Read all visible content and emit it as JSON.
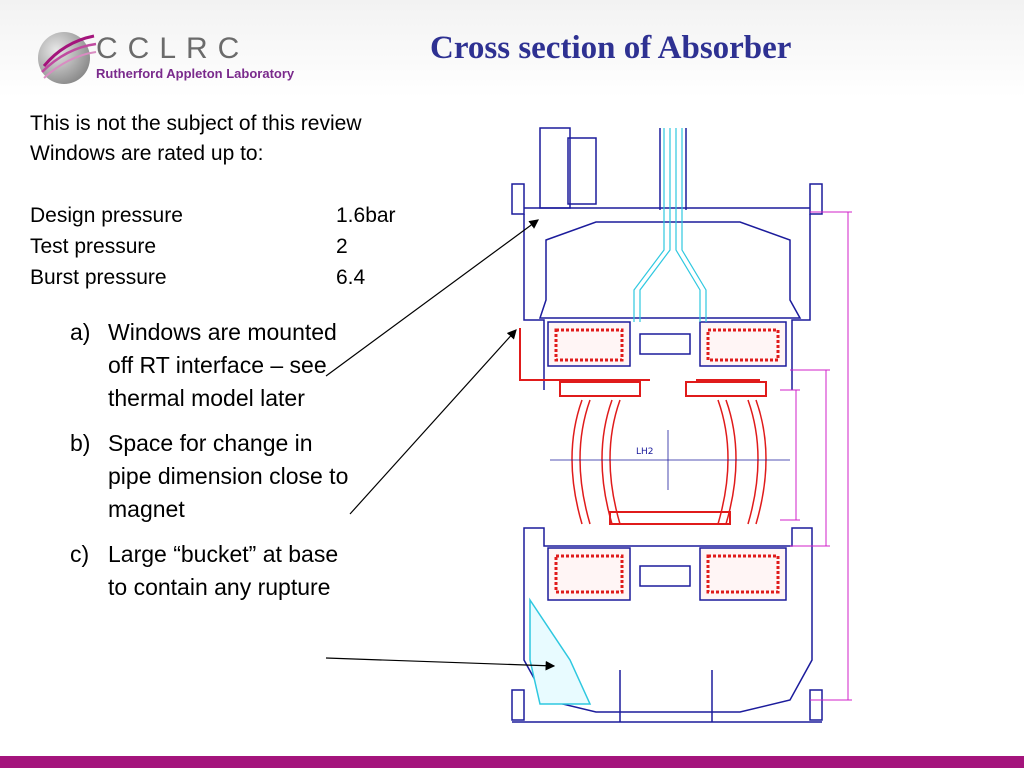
{
  "header": {
    "logo_name": "CCLRC",
    "logo_sub": "Rutherford Appleton Laboratory",
    "title": "Cross section of Absorber"
  },
  "intro": {
    "line1": "This is not the subject of this review",
    "line2": "Windows are rated up to:"
  },
  "ratings": [
    {
      "label": "Design pressure",
      "value": "1.6bar"
    },
    {
      "label": "Test pressure",
      "value": "2"
    },
    {
      "label": "Burst pressure",
      "value": "6.4"
    }
  ],
  "notes": [
    {
      "marker": "a)",
      "text": "Windows are mounted off RT interface – see thermal model later"
    },
    {
      "marker": "b)",
      "text": "Space for change in pipe dimension close to magnet"
    },
    {
      "marker": "c)",
      "text": "Large “bucket” at base to contain any rupture"
    }
  ],
  "drawing": {
    "label_lh2": "LH2"
  },
  "colors": {
    "title": "#2e3192",
    "accent_bar": "#a4147c",
    "drawing_blue": "#1c1c9c",
    "drawing_red": "#e01b1b",
    "drawing_cyan": "#2ec8e0",
    "drawing_magenta": "#d020c8"
  }
}
